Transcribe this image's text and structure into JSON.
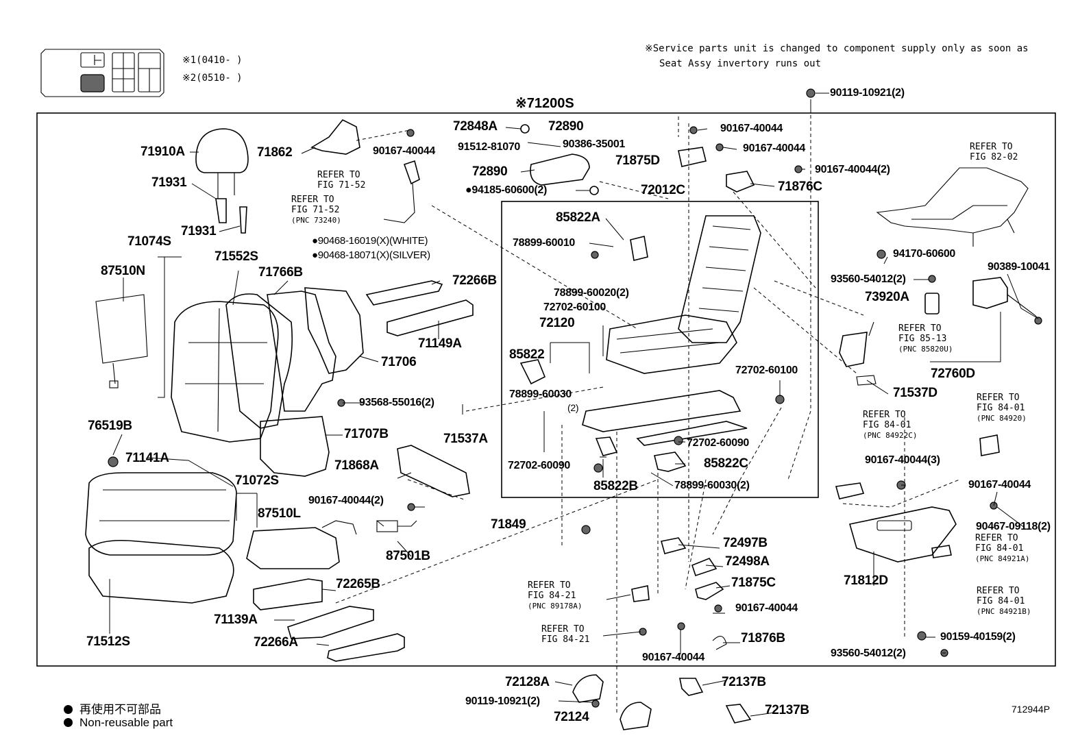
{
  "service_note": {
    "line1": "※Service parts unit is changed to component supply only as soon as",
    "line2": "Seat Assy invertory runs out"
  },
  "variants": [
    {
      "mark": "※1",
      "range": "(0410-      )"
    },
    {
      "mark": "※2",
      "range": "(0510-      )"
    }
  ],
  "assembly_title": "※71200S",
  "parts": [
    "71910A",
    "71931",
    "71931",
    "71862",
    "90167-40044",
    "72848A",
    "72890",
    "91512-81070",
    "90386-35001",
    "72890",
    "●94185-60600(2)",
    "90119-10921(2)",
    "90167-40044",
    "90167-40044",
    "71875D",
    "90167-40044(2)",
    "71876C",
    "72012C",
    "85822A",
    "78899-60010",
    "●90468-16019(X)(WHITE)",
    "●90468-18071(X)(SILVER)",
    "71074S",
    "87510N",
    "71552S",
    "71766B",
    "72266B",
    "71149A",
    "71706",
    "78899-60020(2)",
    "72702-60100",
    "72120",
    "85822",
    "78899-60030",
    "(2)",
    "93568-55016(2)",
    "71537A",
    "72702-60100",
    "71537D",
    "76519B",
    "71141A",
    "71072S",
    "71707B",
    "71868A",
    "72702-60090",
    "72702-60090",
    "85822C",
    "85822B",
    "78899-60030(2)",
    "90167-40044(2)",
    "87510L",
    "87501B",
    "71849",
    "72497B",
    "72498A",
    "72265B",
    "71875C",
    "71139A",
    "90167-40044",
    "71876B",
    "90167-40044",
    "72266A",
    "71512S",
    "94170-60600",
    "90389-10041",
    "93560-54012(2)",
    "73920A",
    "72760D",
    "90167-40044(3)",
    "90167-40044",
    "90467-09118(2)",
    "71812D",
    "90159-40159(2)",
    "93560-54012(2)",
    "72128A",
    "90119-10921(2)",
    "72124",
    "72137B",
    "72137B"
  ],
  "references": [
    {
      "head": "REFER TO",
      "fig": "FIG 71-52",
      "pnc": ""
    },
    {
      "head": "REFER TO",
      "fig": "FIG 71-52",
      "pnc": "(PNC 73240)"
    },
    {
      "head": "REFER TO",
      "fig": "FIG 82-02",
      "pnc": ""
    },
    {
      "head": "REFER TO",
      "fig": "FIG 85-13",
      "pnc": "(PNC 85820U)"
    },
    {
      "head": "REFER TO",
      "fig": "FIG 84-01",
      "pnc": "(PNC 84922C)"
    },
    {
      "head": "REFER TO",
      "fig": "FIG 84-01",
      "pnc": "(PNC 84920)"
    },
    {
      "head": "REFER TO",
      "fig": "FIG 84-01",
      "pnc": "(PNC 84921A)"
    },
    {
      "head": "REFER TO",
      "fig": "FIG 84-01",
      "pnc": "(PNC 84921B)"
    },
    {
      "head": "REFER TO",
      "fig": "FIG 84-21",
      "pnc": "(PNC 89178A)"
    },
    {
      "head": "REFER TO",
      "fig": "FIG 84-21",
      "pnc": ""
    }
  ],
  "legend": {
    "japanese": "再使用不可部品",
    "english": "Non-reusable part"
  },
  "diagram_id": "712944P"
}
